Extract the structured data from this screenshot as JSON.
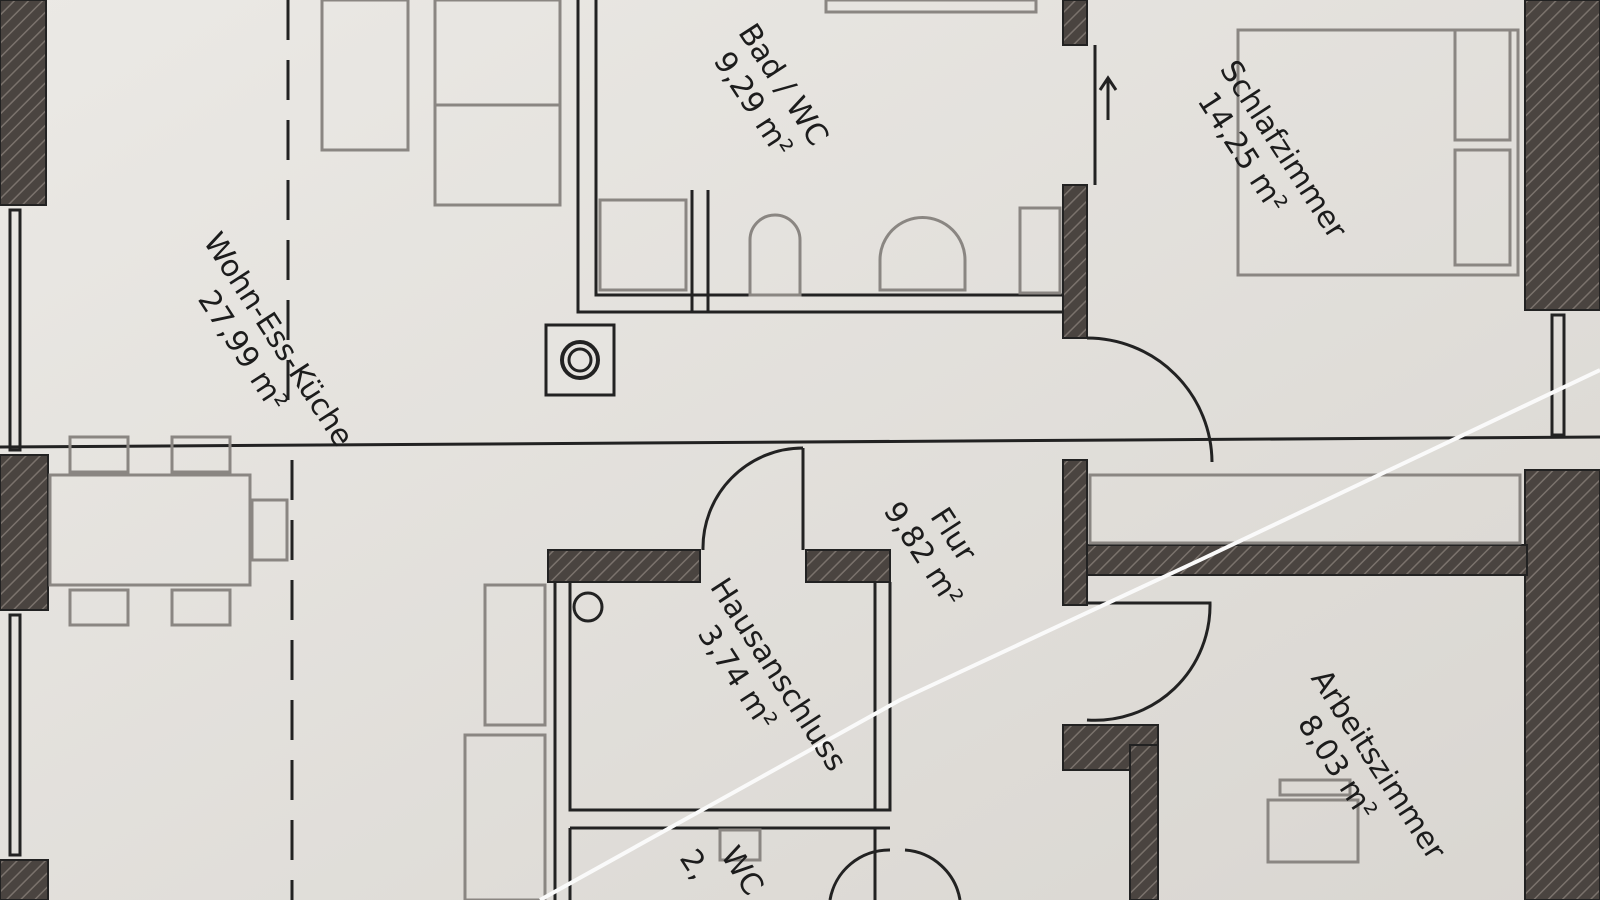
{
  "colors": {
    "paper": "#e6e4e0",
    "wall": "#4a4440",
    "line": "#222222",
    "furniture": "#8a8682"
  },
  "rooms": [
    {
      "name": "Wohn-Ess-Küche",
      "area": "27,99 m²"
    },
    {
      "name": "Bad / WC",
      "area": "9,29 m²"
    },
    {
      "name": "Schlafzimmer",
      "area": "14,25 m²"
    },
    {
      "name": "Flur",
      "area": "9,82 m²"
    },
    {
      "name": "Hausanschluss",
      "area": "3,74 m²"
    },
    {
      "name": "Arbeitszimmer",
      "area": "8,03 m²"
    },
    {
      "name": "WC",
      "area": "2,"
    }
  ]
}
